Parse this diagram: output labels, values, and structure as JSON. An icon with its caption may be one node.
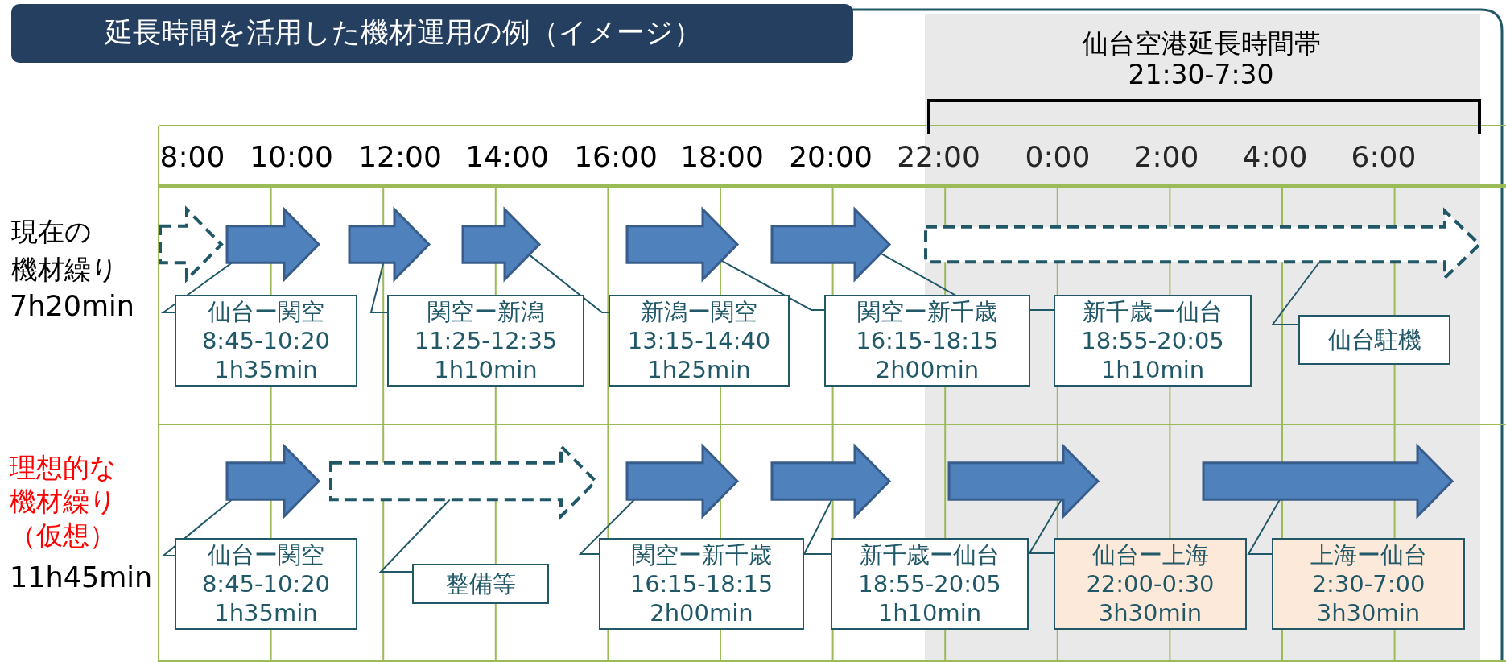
{
  "diagram": {
    "title": "延長時間を活用した機材運用の例（イメージ）",
    "nodes": [
      {
        "text": [],
        "shape": "outline-arrow"
      },
      {
        "text": [],
        "shape": "arrow"
      },
      {
        "text": [],
        "shape": "arrow"
      },
      {
        "text": [],
        "shape": "arrow"
      },
      {
        "text": [],
        "shape": "arrow"
      },
      {
        "text": [],
        "shape": "arrow"
      },
      {
        "text": [],
        "shape": "outline-arrow"
      },
      {
        "text": [
          "仙台ー関空",
          "8:45-10:20",
          "1h35min"
        ]
      },
      {
        "text": [
          "関空ー新潟",
          "11:25-12:35",
          "1h10min"
        ]
      },
      {
        "text": [
          "新潟ー関空",
          "13:15-14:40",
          "1h25min"
        ]
      },
      {
        "text": [
          "関空ー新千歳",
          "16:15-18:15",
          "2h00min"
        ]
      },
      {
        "text": [
          "新千歳ー仙台",
          "18:55-20:05",
          "1h10min"
        ]
      },
      {
        "text": [
          "仙台駐機"
        ]
      },
      {
        "text": [],
        "shape": "arrow"
      },
      {
        "text": [],
        "shape": "outline-arrow"
      },
      {
        "text": [],
        "shape": "arrow"
      },
      {
        "text": [],
        "shape": "arrow"
      },
      {
        "text": [],
        "shape": "arrow"
      },
      {
        "text": [],
        "shape": "arrow"
      },
      {
        "text": [
          "仙台ー関空",
          "8:45-10:20",
          "1h35min"
        ]
      },
      {
        "text": [
          "整備等"
        ]
      },
      {
        "text": [
          "関空ー新千歳",
          "16:15-18:15",
          "2h00min"
        ]
      },
      {
        "text": [
          "新千歳ー仙台",
          "18:55-20:05",
          "1h10min"
        ]
      },
      {
        "text": [
          "仙台ー上海",
          "22:00-0:30",
          "3h30min"
        ]
      },
      {
        "text": [
          "上海ー仙台",
          "2:30-7:00",
          "3h30min"
        ]
      }
    ],
    "edges": [
      {
        "from": 7,
        "to": 1,
        "arrow": "none"
      },
      {
        "from": 8,
        "to": 2,
        "arrow": "none"
      },
      {
        "from": 9,
        "to": 3,
        "arrow": "none"
      },
      {
        "from": 10,
        "to": 4,
        "arrow": "none"
      },
      {
        "from": 11,
        "to": 5,
        "arrow": "none"
      },
      {
        "from": 12,
        "to": 6,
        "arrow": "none"
      },
      {
        "from": 19,
        "to": 13,
        "arrow": "none"
      },
      {
        "from": 20,
        "to": 14,
        "arrow": "none"
      },
      {
        "from": 21,
        "to": 15,
        "arrow": "none"
      },
      {
        "from": 22,
        "to": 16,
        "arrow": "none"
      },
      {
        "from": 23,
        "to": 17,
        "arrow": "none"
      },
      {
        "from": 24,
        "to": 18,
        "arrow": "none"
      }
    ],
    "labels": [
      "仙台空港延長時間帯",
      "21:30-7:30",
      "8:00",
      "10:00",
      "12:00",
      "14:00",
      "16:00",
      "18:00",
      "20:00",
      "22:00",
      "0:00",
      "2:00",
      "4:00",
      "6:00",
      "現在の",
      "機材繰り",
      "7h20min",
      "理想的な",
      "機材繰り",
      "（仮想）",
      "11h45min"
    ]
  }
}
